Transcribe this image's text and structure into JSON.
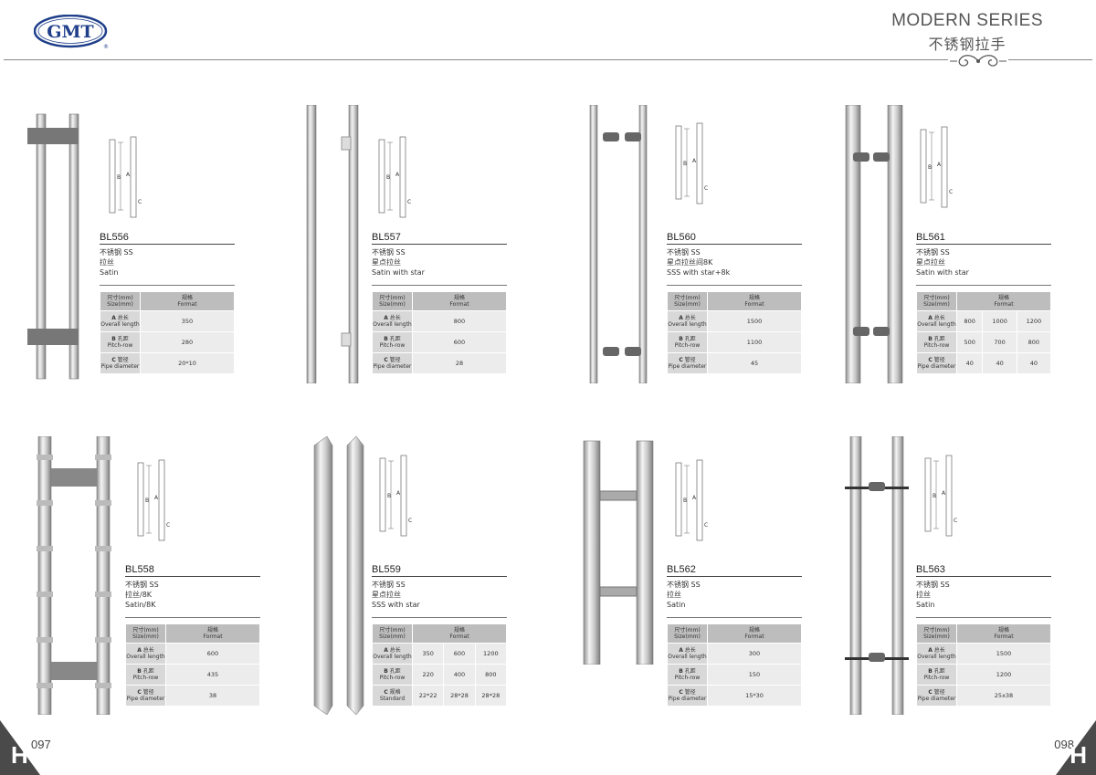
{
  "brand": {
    "logo_text": "GMT",
    "registered": "®"
  },
  "header": {
    "series_en": "MODERN SERIES",
    "series_cn": "不锈钢拉手"
  },
  "pages": {
    "left": "097",
    "right": "098",
    "left_letter": "H",
    "right_letter": "H"
  },
  "colors": {
    "table_header": "#bdbdbd",
    "table_label": "#d8d8d8",
    "table_value": "#ececec",
    "logo_blue": "#1f3f8a"
  },
  "table_header": {
    "col1": [
      "尺寸(mm)",
      "Size(mm)"
    ],
    "col2": [
      "规格",
      "Format"
    ]
  },
  "products": [
    {
      "model": "BL556",
      "desc": [
        "不锈钢  SS",
        "拉丝",
        "Satin"
      ],
      "rows": [
        {
          "key": "A",
          "cn": "总长",
          "en": "Overall length",
          "values": [
            "350"
          ]
        },
        {
          "key": "B",
          "cn": "孔距",
          "en": "Pitch-row",
          "values": [
            "280"
          ]
        },
        {
          "key": "C",
          "cn": "管径",
          "en": "Pipe diameter",
          "values": [
            "20*10"
          ]
        }
      ]
    },
    {
      "model": "BL557",
      "desc": [
        "不锈钢  SS",
        "星点拉丝",
        "Satin with star"
      ],
      "rows": [
        {
          "key": "A",
          "cn": "总长",
          "en": "Overall length",
          "values": [
            "800"
          ]
        },
        {
          "key": "B",
          "cn": "孔距",
          "en": "Pitch-row",
          "values": [
            "600"
          ]
        },
        {
          "key": "C",
          "cn": "管径",
          "en": "Pipe diameter",
          "values": [
            "28"
          ]
        }
      ]
    },
    {
      "model": "BL560",
      "desc": [
        "不锈钢  SS",
        "星点拉丝间8K",
        "SSS with star+8k"
      ],
      "rows": [
        {
          "key": "A",
          "cn": "总长",
          "en": "Overall length",
          "values": [
            "1500"
          ]
        },
        {
          "key": "B",
          "cn": "孔距",
          "en": "Pitch-row",
          "values": [
            "1100"
          ]
        },
        {
          "key": "C",
          "cn": "管径",
          "en": "Pipe diameter",
          "values": [
            "45"
          ]
        }
      ]
    },
    {
      "model": "BL561",
      "desc": [
        "不锈钢  SS",
        "星点拉丝",
        "Satin with star"
      ],
      "rows": [
        {
          "key": "A",
          "cn": "总长",
          "en": "Overall length",
          "values": [
            "800",
            "1000",
            "1200"
          ]
        },
        {
          "key": "B",
          "cn": "孔距",
          "en": "Pitch-row",
          "values": [
            "500",
            "700",
            "800"
          ]
        },
        {
          "key": "C",
          "cn": "管径",
          "en": "Pipe diameter",
          "values": [
            "40",
            "40",
            "40"
          ]
        }
      ]
    },
    {
      "model": "BL558",
      "desc": [
        "不锈钢  SS",
        "拉丝/8K",
        "Satin/8K"
      ],
      "rows": [
        {
          "key": "A",
          "cn": "总长",
          "en": "Overall length",
          "values": [
            "600"
          ]
        },
        {
          "key": "B",
          "cn": "孔距",
          "en": "Pitch-row",
          "values": [
            "435"
          ]
        },
        {
          "key": "C",
          "cn": "管径",
          "en": "Pipe diameter",
          "values": [
            "38"
          ]
        }
      ]
    },
    {
      "model": "BL559",
      "desc": [
        "不锈钢  SS",
        "星点拉丝",
        "SSS with star"
      ],
      "rows": [
        {
          "key": "A",
          "cn": "总长",
          "en": "Overall length",
          "values": [
            "350",
            "600",
            "1200"
          ]
        },
        {
          "key": "B",
          "cn": "孔距",
          "en": "Pitch-row",
          "values": [
            "220",
            "400",
            "800"
          ]
        },
        {
          "key": "C",
          "cn": "规格",
          "en": "Standard",
          "values": [
            "22*22",
            "28*28",
            "28*28"
          ]
        }
      ]
    },
    {
      "model": "BL562",
      "desc": [
        "不锈钢  SS",
        "拉丝",
        "Satin"
      ],
      "rows": [
        {
          "key": "A",
          "cn": "总长",
          "en": "Overall length",
          "values": [
            "300"
          ]
        },
        {
          "key": "B",
          "cn": "孔距",
          "en": "Pitch-row",
          "values": [
            "150"
          ]
        },
        {
          "key": "C",
          "cn": "管径",
          "en": "Pipe diameter",
          "values": [
            "15*30"
          ]
        }
      ]
    },
    {
      "model": "BL563",
      "desc": [
        "不锈钢  SS",
        "拉丝",
        "Satin"
      ],
      "rows": [
        {
          "key": "A",
          "cn": "总长",
          "en": "Overall length",
          "values": [
            "1500"
          ]
        },
        {
          "key": "B",
          "cn": "孔距",
          "en": "Pitch-row",
          "values": [
            "1200"
          ]
        },
        {
          "key": "C",
          "cn": "管径",
          "en": "Pipe diameter",
          "values": [
            "25x38"
          ]
        }
      ]
    }
  ]
}
